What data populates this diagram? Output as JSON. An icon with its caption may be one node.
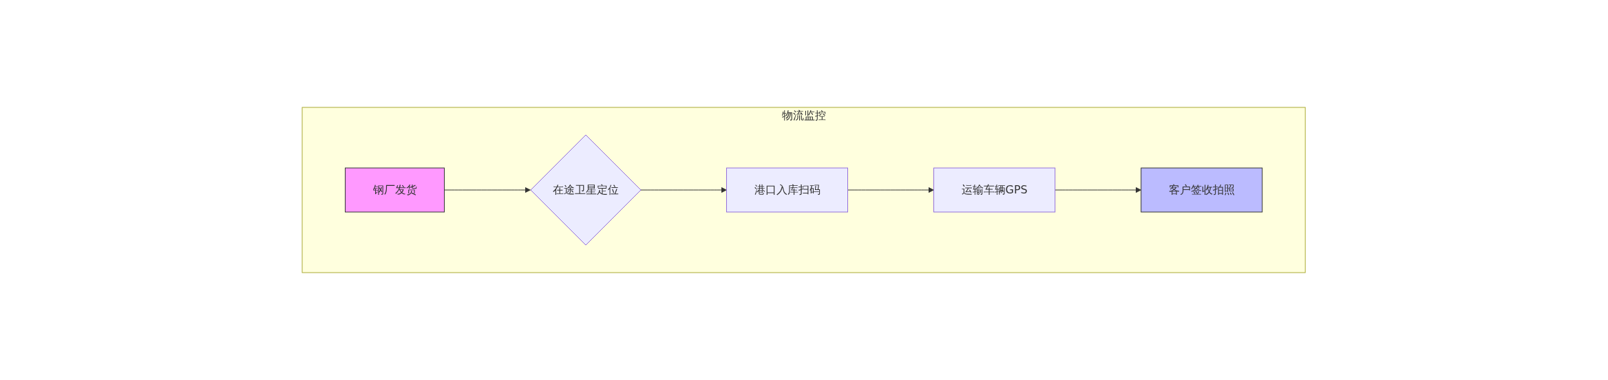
{
  "diagram": {
    "nodes": [
      {
        "text": [
          "物流监控"
        ]
      },
      {
        "text": [
          "钢厂发货"
        ],
        "in": 0
      },
      {
        "text": [
          "在途卫星定位"
        ],
        "in": 0
      },
      {
        "text": [
          "港口入库扫码"
        ],
        "in": 0
      },
      {
        "text": [
          "运输车辆GPS"
        ],
        "in": 0
      },
      {
        "text": [
          "客户签收拍照"
        ],
        "in": 0
      }
    ],
    "edges": [
      {
        "from": 1,
        "to": 2,
        "arrow": "to"
      },
      {
        "from": 2,
        "to": 3,
        "arrow": "to"
      },
      {
        "from": 3,
        "to": 4,
        "arrow": "to"
      },
      {
        "from": 4,
        "to": 5,
        "arrow": "to"
      }
    ]
  }
}
